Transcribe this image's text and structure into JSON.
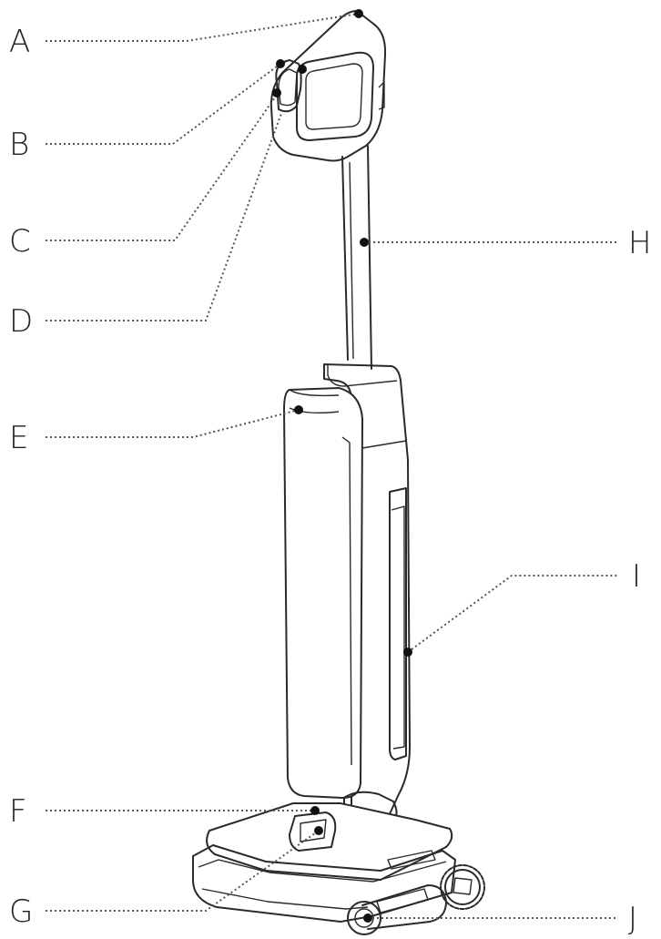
{
  "labels": {
    "a": "A",
    "b": "B",
    "c": "C",
    "d": "D",
    "e": "E",
    "f": "F",
    "g": "G",
    "h": "H",
    "i": "I",
    "j": "J"
  },
  "colors": {
    "line": "#2a2a2a",
    "leader": "#555555",
    "dot": "#111111",
    "background": "#ffffff"
  }
}
